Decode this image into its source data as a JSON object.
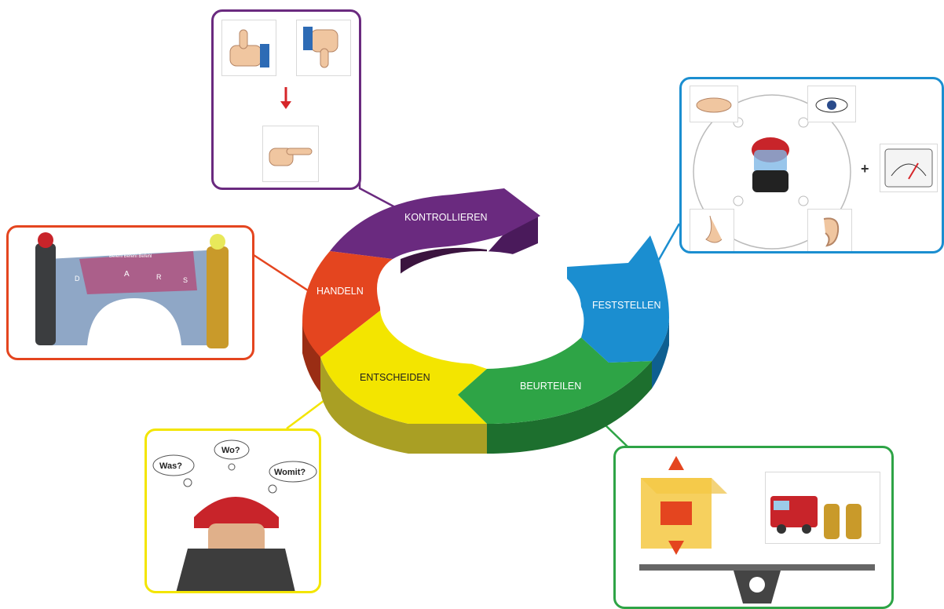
{
  "cycle": {
    "segments": [
      {
        "key": "kontrollieren",
        "label": "KONTROLLIEREN",
        "color": "#6a2a7f",
        "side": "#4a1a5b"
      },
      {
        "key": "feststellen",
        "label": "FESTSTELLEN",
        "color": "#1b8ed0",
        "side": "#0e5f91"
      },
      {
        "key": "beurteilen",
        "label": "BEURTEILEN",
        "color": "#2ea446",
        "side": "#1d6f2e"
      },
      {
        "key": "entscheiden",
        "label": "ENTSCHEIDEN",
        "color": "#f3e500",
        "side": "#a99f24"
      },
      {
        "key": "handeln",
        "label": "HANDELN",
        "color": "#e4451f",
        "side": "#9a2d14"
      }
    ]
  },
  "panels": {
    "kontrollieren": {
      "border": "#6a2a7f",
      "icons": [
        "thumbs-up-icon",
        "thumbs-down-icon",
        "arrow-down-icon",
        "pointing-hand-icon"
      ]
    },
    "feststellen": {
      "border": "#1b8ed0",
      "icons": [
        "hand-touch-icon",
        "eye-icon",
        "firefighter-head-icon",
        "nose-icon",
        "ear-icon",
        "gauge-icon"
      ],
      "plus": "+"
    },
    "beurteilen": {
      "border": "#2ea446",
      "icons": [
        "burning-building-icon",
        "fire-truck-crew-icon",
        "balance-scale-icon"
      ]
    },
    "entscheiden": {
      "border": "#f3e500",
      "icons": [
        "firefighter-thinking-icon"
      ],
      "questions": {
        "was": "Was?",
        "wo": "Wo?",
        "womit": "Womit?"
      }
    },
    "handeln": {
      "border": "#e4451f",
      "icons": [
        "firefighters-bridge-icon"
      ],
      "bridge_letters": [
        "D",
        "A",
        "R",
        "S"
      ],
      "bridge_caption": "Befehl Befehl Befehl"
    }
  }
}
